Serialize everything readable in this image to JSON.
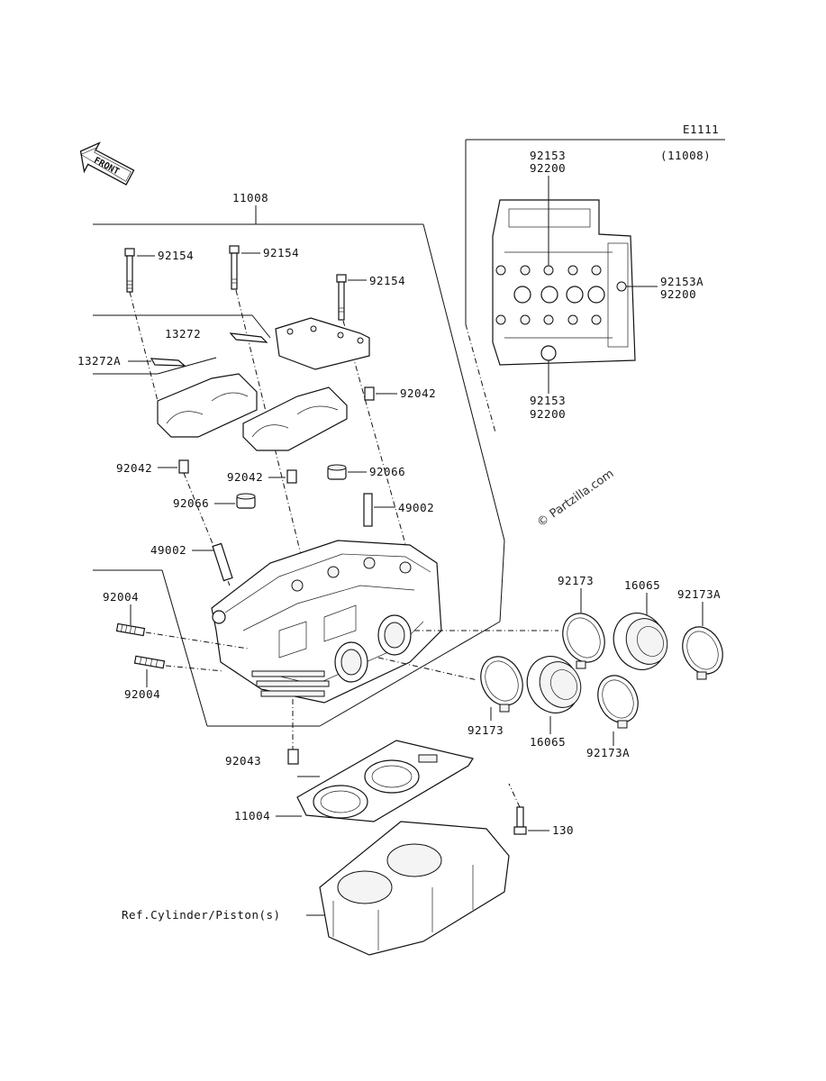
{
  "diagram_code": "E1111",
  "front_label": "FRONT",
  "watermark": "© Partzilla.com",
  "inset_caption": "(11008)",
  "footer_text": "",
  "labels": {
    "p11008": "11008",
    "p92154_a": "92154",
    "p92154_b": "92154",
    "p92154_c": "92154",
    "p13272": "13272",
    "p13272A": "13272A",
    "p92042_a": "92042",
    "p92042_b": "92042",
    "p92042_c": "92042",
    "p92066_a": "92066",
    "p92066_b": "92066",
    "p49002_a": "49002",
    "p49002_b": "49002",
    "p92004_a": "92004",
    "p92004_b": "92004",
    "p92043": "92043",
    "p11004": "11004",
    "p130": "130",
    "pref": "Ref.Cylinder/Piston(s)",
    "p92173_a": "92173",
    "p92173_b": "92173",
    "p16065_a": "16065",
    "p16065_b": "16065",
    "p92173A_a": "92173A",
    "p92173A_b": "92173A",
    "inset_top_1": "92153",
    "inset_top_2": "92200",
    "inset_right_1": "92153A",
    "inset_right_2": "92200",
    "inset_bot_1": "92153",
    "inset_bot_2": "92200"
  }
}
